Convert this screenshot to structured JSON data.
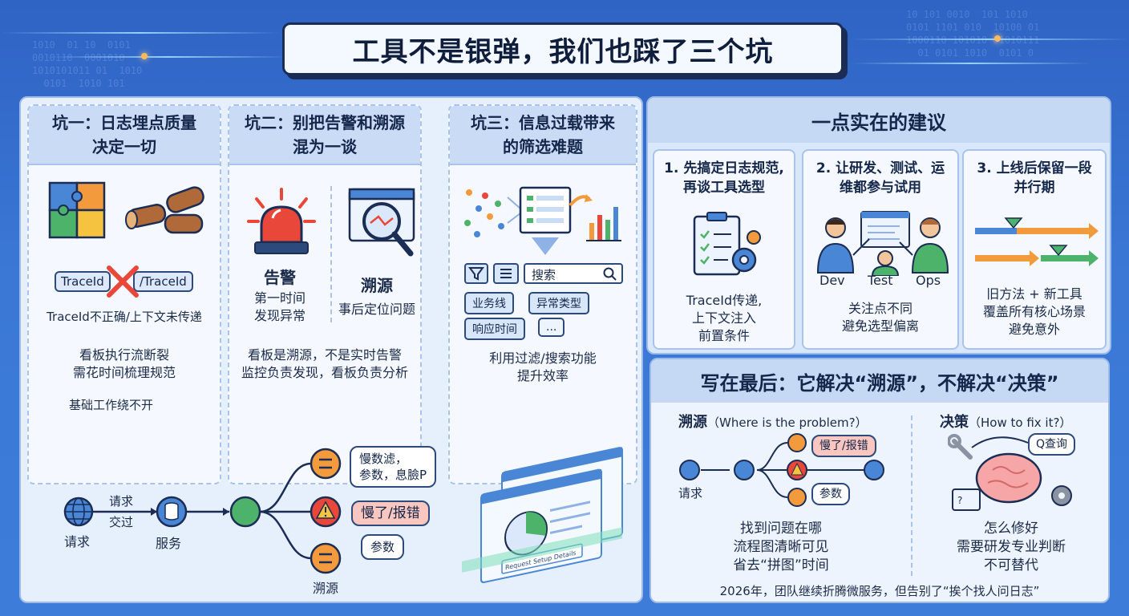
{
  "title": "工具不是银弹，我们也踩了三个坑",
  "pit1": {
    "title_line1": "坑一：日志埋点质量",
    "title_line2": "决定一切",
    "tag_left": "TraceId",
    "tag_right": "/TraceId",
    "problem": "TraceId不正确/上下文未传递",
    "desc_line1": "看板执行流断裂",
    "desc_line2": "需花时间梳理规范",
    "footer": "基础工作绕不开"
  },
  "pit2": {
    "title_line1": "坑二：别把告警和溯源",
    "title_line2": "混为一谈",
    "alarm_title": "告警",
    "alarm_line1": "第一时间",
    "alarm_line2": "发现异常",
    "trace_title": "溯源",
    "trace_line1": "事后定位问题",
    "desc_line1": "看板是溯源，不是实时告警",
    "desc_line2": "监控负责发现，看板负责分析"
  },
  "pit3": {
    "title_line1": "坑三：信息过载带来",
    "title_line2": "的筛选难题",
    "search_placeholder": "搜索",
    "chips": [
      "业务线",
      "异常类型",
      "响应时间",
      "..."
    ],
    "desc_line1": "利用过滤/搜索功能",
    "desc_line2": "提升效率"
  },
  "flow_left": {
    "request_label": "请求",
    "edge_label_1": "请求",
    "edge_label_2": "交过",
    "service_label": "服务",
    "bubble1_line1": "慢数滤，",
    "bubble1_line2": "参数，息臉P",
    "bubble2": "慢了/报错",
    "bubble3": "参数",
    "trace_label": "溯源",
    "screen_caption": "Request Setup Details"
  },
  "advice": {
    "title": "一点实在的建议",
    "cards": [
      {
        "title_line1": "1. 先搞定日志规范,",
        "title_line2": "再谈工具选型",
        "desc_line1": "TraceId传递,",
        "desc_line2": "上下文注入",
        "desc_line3": "前置条件"
      },
      {
        "title_line1": "2. 让研发、测试、运",
        "title_line2": "维都参与试用",
        "roles": [
          "Dev",
          "Test",
          "Ops"
        ],
        "desc_line1": "关注点不同",
        "desc_line2": "避免选型偏离"
      },
      {
        "title_line1": "3. 上线后保留一段",
        "title_line2": "并行期",
        "desc_line1": "旧方法 + 新工具",
        "desc_line2": "覆盖所有核心场景",
        "desc_line3": "避免意外"
      }
    ]
  },
  "final": {
    "title": "写在最后：它解决“溯源”，不解决“决策”",
    "trace_heading": "溯源",
    "trace_sub": "（Where is the problem?）",
    "decide_heading": "决策",
    "decide_sub": "（How to fix it?）",
    "request_label": "请求",
    "bubble_slow": "慢了/报错",
    "bubble_param": "参数",
    "query_label": "Q查询",
    "trace_desc_line1": "找到问题在哪",
    "trace_desc_line2": "流程图清晰可见",
    "trace_desc_line3": "省去“拼图”时间",
    "decide_desc_line1": "怎么修好",
    "decide_desc_line2": "需要研发专业判断",
    "decide_desc_line3": "不可替代",
    "footer": "2026年，团队继续折腾微服务，但告别了“挨个找人问日志”"
  },
  "colors": {
    "navy": "#1b2d55",
    "orange": "#f39a3c",
    "red_alert": "#e8473a",
    "green": "#4db36a",
    "blue_node": "#4a86d6",
    "bubble_pink": "#f9c6c0"
  }
}
